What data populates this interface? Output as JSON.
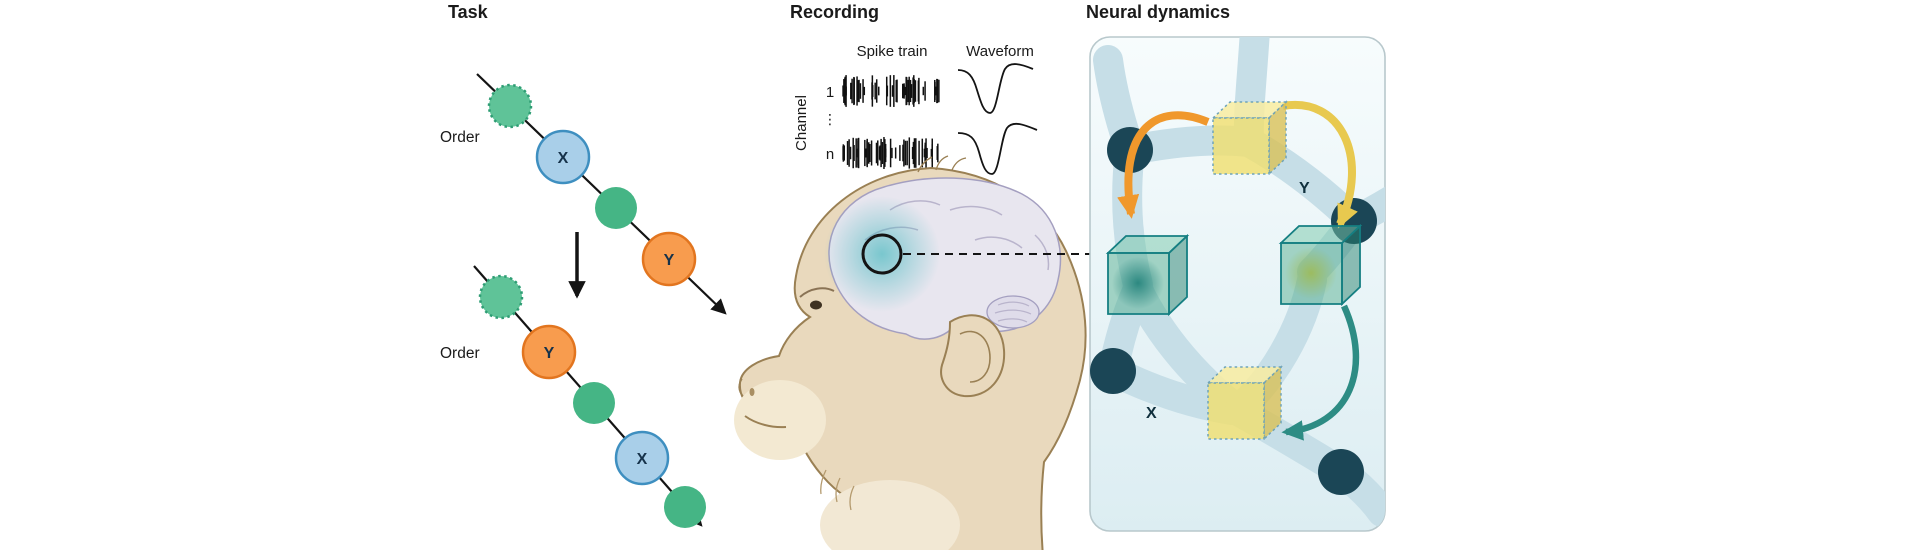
{
  "panels": {
    "task": {
      "title": "Task",
      "order1": "Order",
      "order2": "Order",
      "x": "X",
      "y": "Y"
    },
    "recording": {
      "title": "Recording",
      "spike_header": "Spike train",
      "waveform_header": "Waveform",
      "channel": "Channel",
      "ch1": "1",
      "dots": "⋮",
      "chn": "n"
    },
    "neural": {
      "title": "Neural dynamics",
      "y": "Y",
      "x": "X"
    }
  },
  "colors": {
    "green": "#45b585",
    "green_dotted_fill": "#5fc398",
    "green_dotted_stroke": "#2e9d74",
    "blue_fill": "#a9cfe9",
    "blue_stroke": "#3e8fc0",
    "orange_fill": "#f89c4e",
    "orange_stroke": "#e2751f",
    "panel_bg": "#e8f4f7",
    "node": "#1b4656",
    "tube": "#c6dee7",
    "cube_yellow": "#f0de6e",
    "cube_green": "#48a884",
    "arrow_orange": "#f0982c",
    "arrow_yellow": "#e8c94f",
    "arrow_teal": "#2d8c84",
    "glow_teal": "#3eb6bc",
    "monkey_skin": "#e9d9bd",
    "brain": "#e8e6ef"
  }
}
